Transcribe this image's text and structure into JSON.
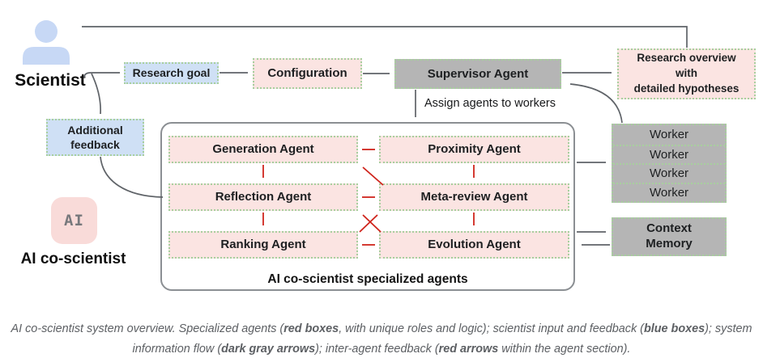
{
  "scientist": {
    "label": "Scientist"
  },
  "flow": {
    "research_goal": "Research goal",
    "configuration": "Configuration",
    "supervisor_agent": "Supervisor Agent",
    "research_overview_lines": [
      "Research overview",
      "with",
      "detailed hypotheses"
    ],
    "additional_feedback": "Additional feedback",
    "assign_label": "Assign agents to workers"
  },
  "agent_section": {
    "title": "AI co-scientist specialized agents",
    "generation": "Generation Agent",
    "proximity": "Proximity Agent",
    "reflection": "Reflection Agent",
    "meta_review": "Meta-review Agent",
    "ranking": "Ranking Agent",
    "evolution": "Evolution Agent"
  },
  "infrastructure": {
    "workers": [
      "Worker",
      "Worker",
      "Worker",
      "Worker"
    ],
    "context_memory_lines": [
      "Context",
      "Memory"
    ]
  },
  "ai_co_scientist": {
    "icon_text": "AI",
    "label": "AI co-scientist"
  },
  "caption": {
    "lines": [
      [
        {
          "t": "AI co-scientist system overview. Specialized agents ("
        },
        {
          "t": "red boxes",
          "b": true
        },
        {
          "t": ", with unique roles and logic); scientist input and feedback ("
        },
        {
          "t": "blue boxes",
          "b": true
        },
        {
          "t": "); system"
        }
      ],
      [
        {
          "t": "information flow ("
        },
        {
          "t": "dark gray arrows",
          "b": true
        },
        {
          "t": "); inter-agent feedback ("
        },
        {
          "t": "red arrows",
          "b": true
        },
        {
          "t": " within the agent section)."
        }
      ]
    ]
  },
  "colors": {
    "blue_box": "#cfe0f5",
    "red_box": "#fbe4e2",
    "gray_box": "#b5b5b5",
    "dotted_border": "#a8cf9e",
    "arrow_gray": "#5f6368",
    "arrow_red": "#cf241c"
  }
}
